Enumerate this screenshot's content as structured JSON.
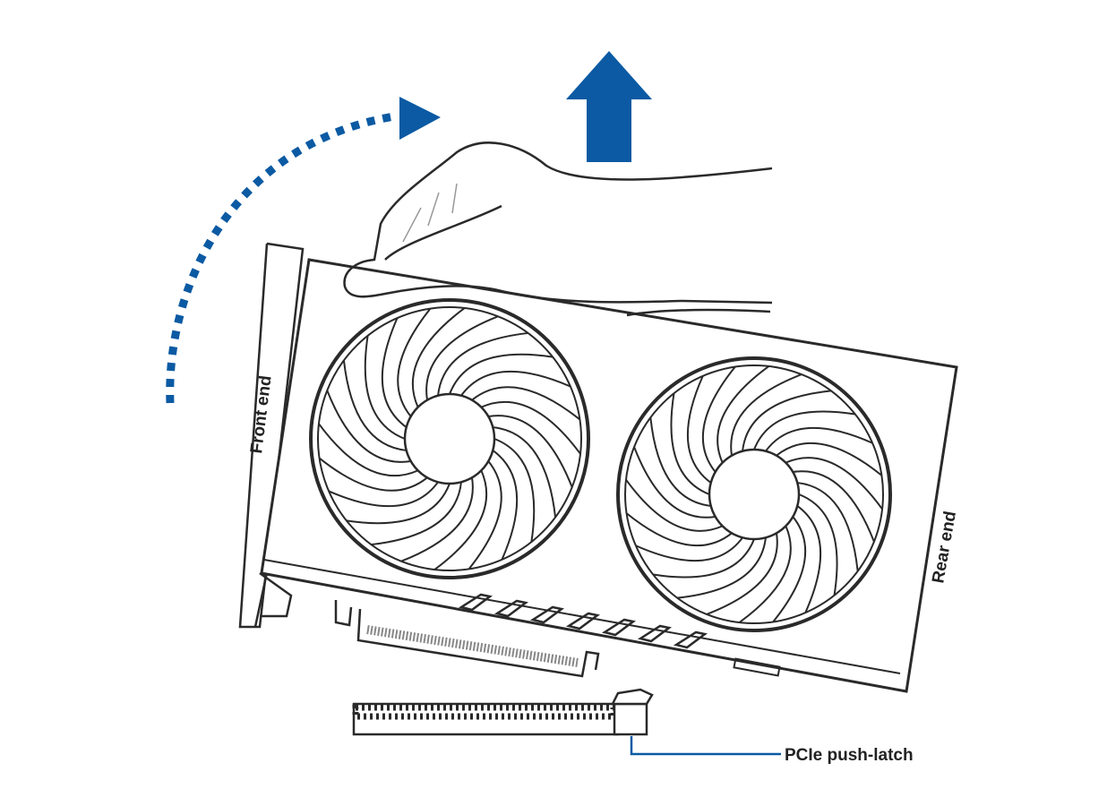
{
  "labels": {
    "front_end": "Front end",
    "rear_end": "Rear end",
    "pcie_latch": "PCIe push-latch"
  },
  "colors": {
    "accent": "#0b5aa3",
    "line": "#2a2a2a"
  },
  "fans": {
    "blade_count": 24
  }
}
